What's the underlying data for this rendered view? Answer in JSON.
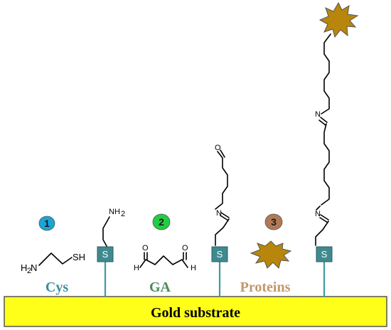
{
  "substrate": {
    "label": "Gold substrate",
    "fill": "#ffff1a",
    "stroke": "#555555"
  },
  "steps": [
    {
      "number": "1",
      "color": "#1aa5d6",
      "label": "Cys",
      "label_color": "#3a8ea0"
    },
    {
      "number": "2",
      "color": "#22cc44",
      "label": "GA",
      "label_color": "#4a8a5a"
    },
    {
      "number": "3",
      "color": "#b07a55",
      "label": "Proteins",
      "label_color": "#c2986a"
    }
  ],
  "anchor": {
    "label": "S",
    "color": "#3f8a8e"
  },
  "protein": {
    "fill": "#b8860b",
    "stroke": "#555555"
  },
  "atoms": {
    "amine_top": "NH",
    "amine_sub": "2",
    "cys_amine": "H",
    "cys_amine_sub": "2",
    "cys_amine_n": "N",
    "thiol": "SH",
    "oxygen": "O",
    "hydrogen": "H",
    "nitrogen": "N"
  }
}
